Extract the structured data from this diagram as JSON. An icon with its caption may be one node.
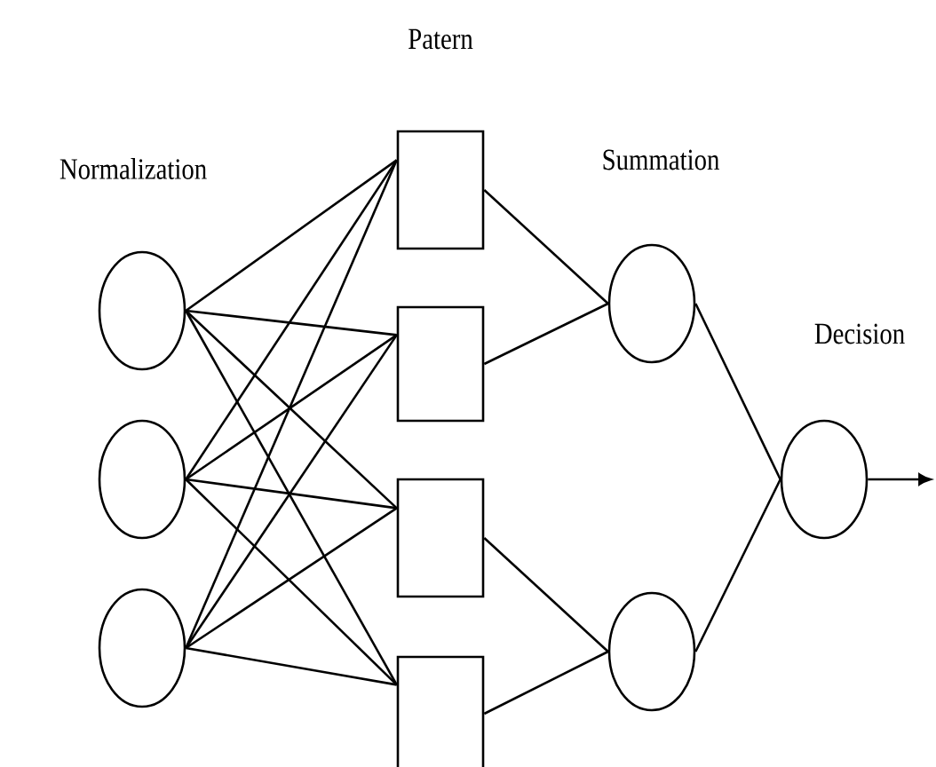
{
  "diagram": {
    "nodes": [
      {
        "text": [],
        "shape": "circle"
      },
      {
        "text": [],
        "shape": "circle"
      },
      {
        "text": [],
        "shape": "circle"
      },
      {
        "text": [],
        "shape": "box"
      },
      {
        "text": [],
        "shape": "box"
      },
      {
        "text": [],
        "shape": "box"
      },
      {
        "text": [],
        "shape": "box"
      },
      {
        "text": [],
        "shape": "circle"
      },
      {
        "text": [],
        "shape": "circle"
      },
      {
        "text": [],
        "shape": "circle"
      }
    ],
    "edges": [
      {
        "from": 0,
        "to": 3,
        "arrow": "none"
      },
      {
        "from": 0,
        "to": 4,
        "arrow": "none"
      },
      {
        "from": 0,
        "to": 5,
        "arrow": "none"
      },
      {
        "from": 0,
        "to": 6,
        "arrow": "none"
      },
      {
        "from": 1,
        "to": 3,
        "arrow": "none"
      },
      {
        "from": 1,
        "to": 4,
        "arrow": "none"
      },
      {
        "from": 1,
        "to": 5,
        "arrow": "none"
      },
      {
        "from": 1,
        "to": 6,
        "arrow": "none"
      },
      {
        "from": 2,
        "to": 3,
        "arrow": "none"
      },
      {
        "from": 2,
        "to": 4,
        "arrow": "none"
      },
      {
        "from": 2,
        "to": 5,
        "arrow": "none"
      },
      {
        "from": 2,
        "to": 6,
        "arrow": "none"
      },
      {
        "from": 3,
        "to": 7,
        "arrow": "none"
      },
      {
        "from": 4,
        "to": 7,
        "arrow": "none"
      },
      {
        "from": 5,
        "to": 8,
        "arrow": "none"
      },
      {
        "from": 6,
        "to": 8,
        "arrow": "none"
      },
      {
        "from": 7,
        "to": 9,
        "arrow": "none"
      },
      {
        "from": 8,
        "to": 9,
        "arrow": "none"
      },
      {
        "from": 9,
        "to": null,
        "arrow": "to"
      }
    ],
    "labels": [
      "Patern",
      "Normalization",
      "Summation",
      "Decision"
    ]
  }
}
